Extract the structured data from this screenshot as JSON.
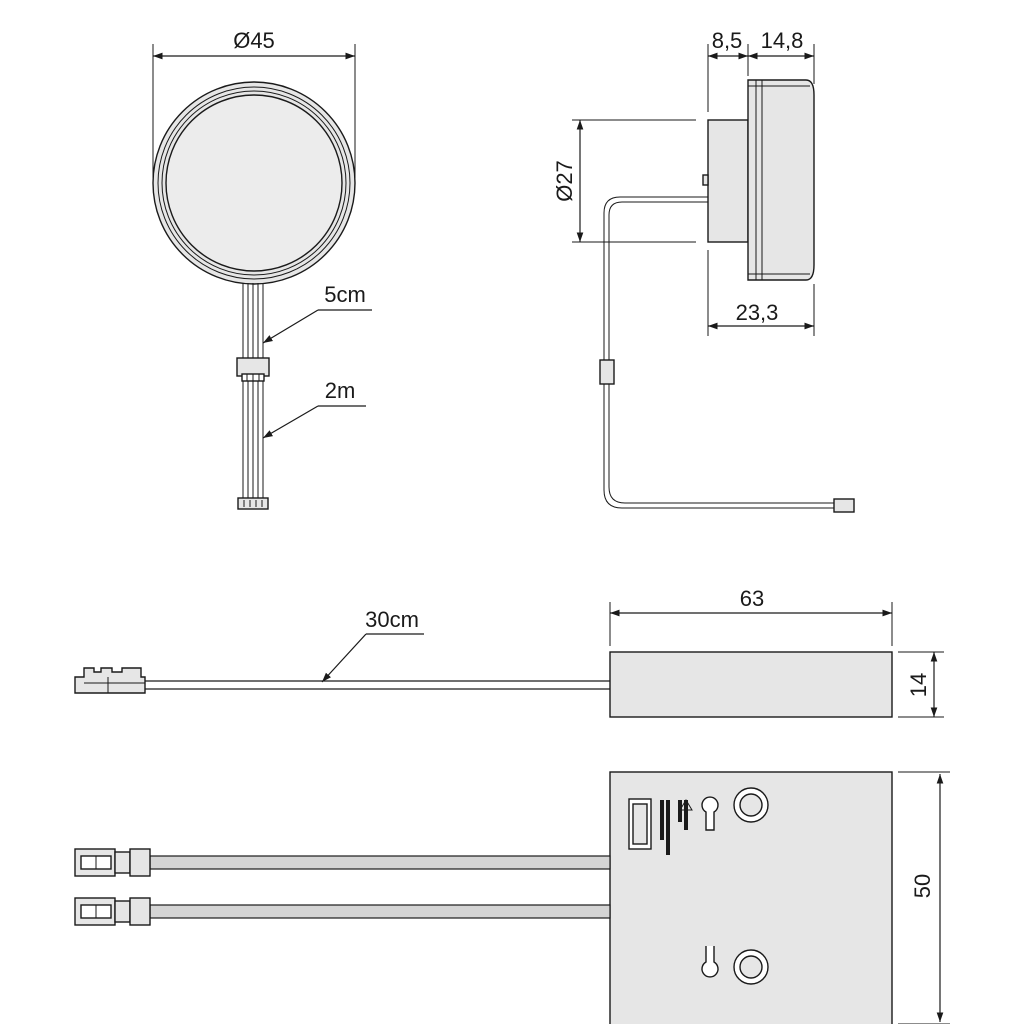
{
  "dimensions": {
    "puck_diameter": "Ø45",
    "lens_diameter": "Ø27",
    "depth_a": "8,5",
    "depth_b": "14,8",
    "depth_total": "23,3",
    "short_lead": "5cm",
    "long_lead": "2m",
    "driver_cable": "30cm",
    "driver_length": "63",
    "driver_height": "14",
    "driver_width": "50"
  },
  "colors": {
    "line": "#1a1a1a",
    "part_fill": "#e6e6e6",
    "background": "#ffffff"
  }
}
